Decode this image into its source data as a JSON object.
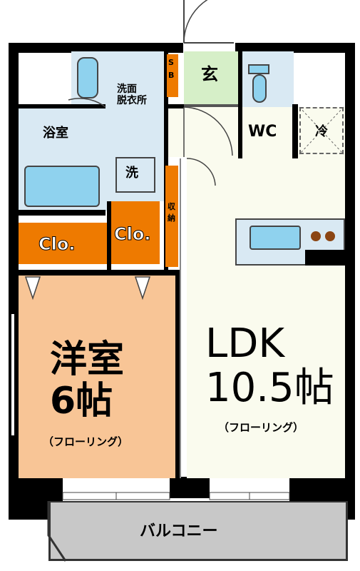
{
  "rooms": {
    "genkan": "玄",
    "sb": [
      "S",
      "B"
    ],
    "senmen": [
      "洗面",
      "脱衣所"
    ],
    "yokushitsu": "浴室",
    "wc": "WC",
    "rei": "冷",
    "sen": "洗",
    "shuno": [
      "収",
      "納"
    ],
    "clo_left": "Clo.",
    "clo_right": "Clo.",
    "youshitsu": [
      "洋室",
      "6帖"
    ],
    "youshitsu_floor": "（フローリング）",
    "ldk": [
      "LDK",
      "10.5帖"
    ],
    "ldk_floor": "（フローリング）",
    "balcony": "バルコニー"
  },
  "colors": {
    "wall": "#000000",
    "bath": "#d9e9f3",
    "fixture": "#8fd2ee",
    "ldk": "#fafbee",
    "western": "#f8c596",
    "closet": "#ee7a00",
    "entrance": "#d6efc8",
    "balcony": "#c8c8c8"
  }
}
